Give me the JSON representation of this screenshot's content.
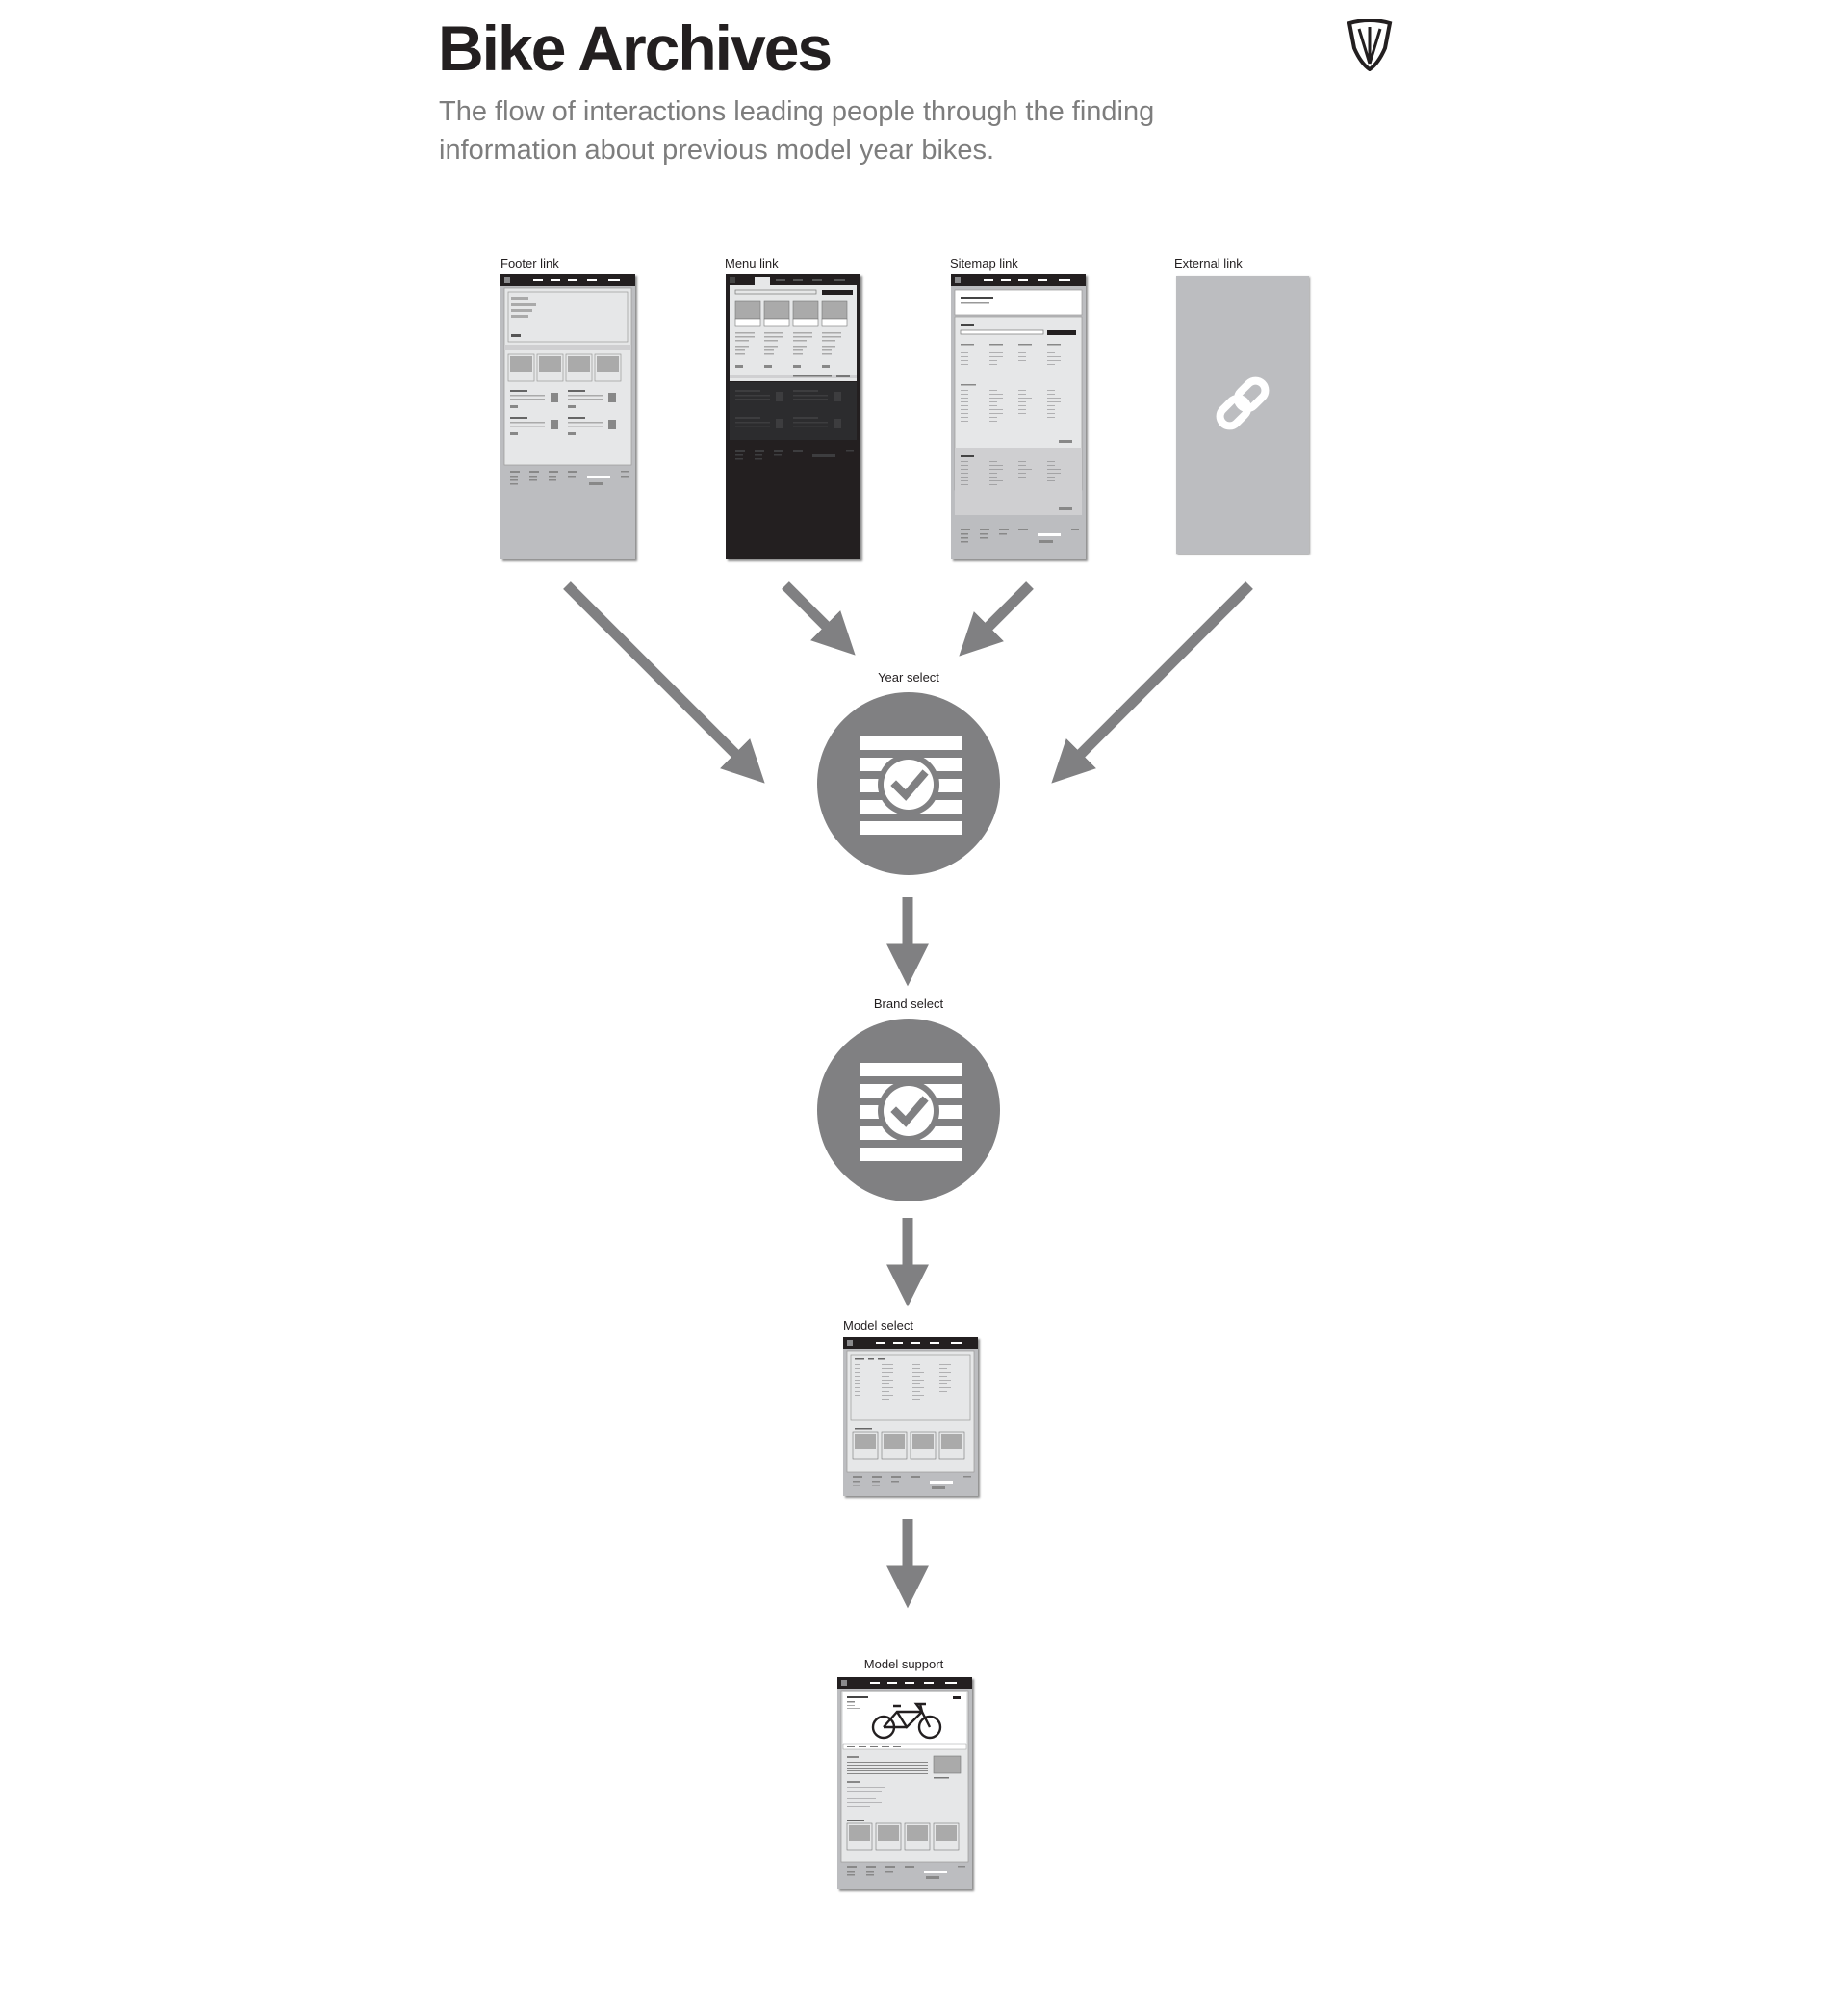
{
  "header": {
    "title": "Bike Archives",
    "subtitle": "The flow of interactions leading people through the finding information about previous model year bikes.",
    "logo_icon": "shield-logo-icon"
  },
  "sources": [
    {
      "label": "Footer link",
      "style": "light-wireframe"
    },
    {
      "label": "Menu link",
      "style": "dark-wireframe"
    },
    {
      "label": "Sitemap link",
      "style": "sitemap-wireframe"
    },
    {
      "label": "External link",
      "style": "link-icon",
      "icon": "chain-link-icon"
    }
  ],
  "steps": [
    {
      "label": "Year select",
      "icon": "checklist-icon"
    },
    {
      "label": "Brand select",
      "icon": "checklist-icon"
    },
    {
      "label": "Model select",
      "icon": "model-grid-wireframe"
    },
    {
      "label": "Model support",
      "icon": "bike-support-wireframe"
    }
  ],
  "colors": {
    "arrow": "#808082",
    "wire_bg": "#bcbdc0",
    "wire_dark": "#231f20",
    "panel": "#e6e7e8",
    "title": "#231f20",
    "subtitle": "#7d7d7d"
  }
}
